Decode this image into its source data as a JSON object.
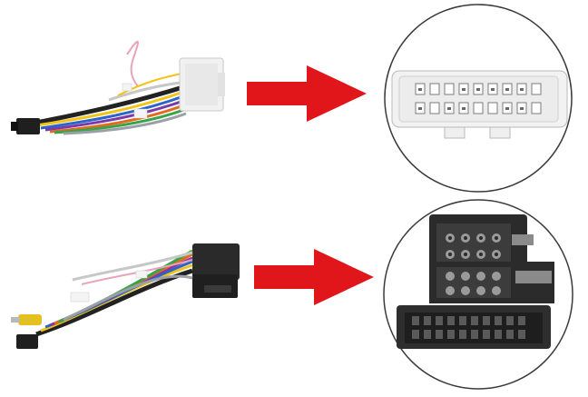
{
  "image": {
    "background": "#ffffff",
    "rows": [
      {
        "harness": "white-connector-harness",
        "arrow_color": "#e0161b",
        "detail": "white-connector-closeup"
      },
      {
        "harness": "black-iso-connector-harness",
        "arrow_color": "#e0161b",
        "detail": "black-iso-connector-closeup"
      }
    ],
    "label_text": "",
    "colors": {
      "arrow": "#e0161b",
      "white_plug": "#f1f1f1",
      "black_plug": "#2a2a2a",
      "circle_outline": "#3a3a3a"
    }
  }
}
